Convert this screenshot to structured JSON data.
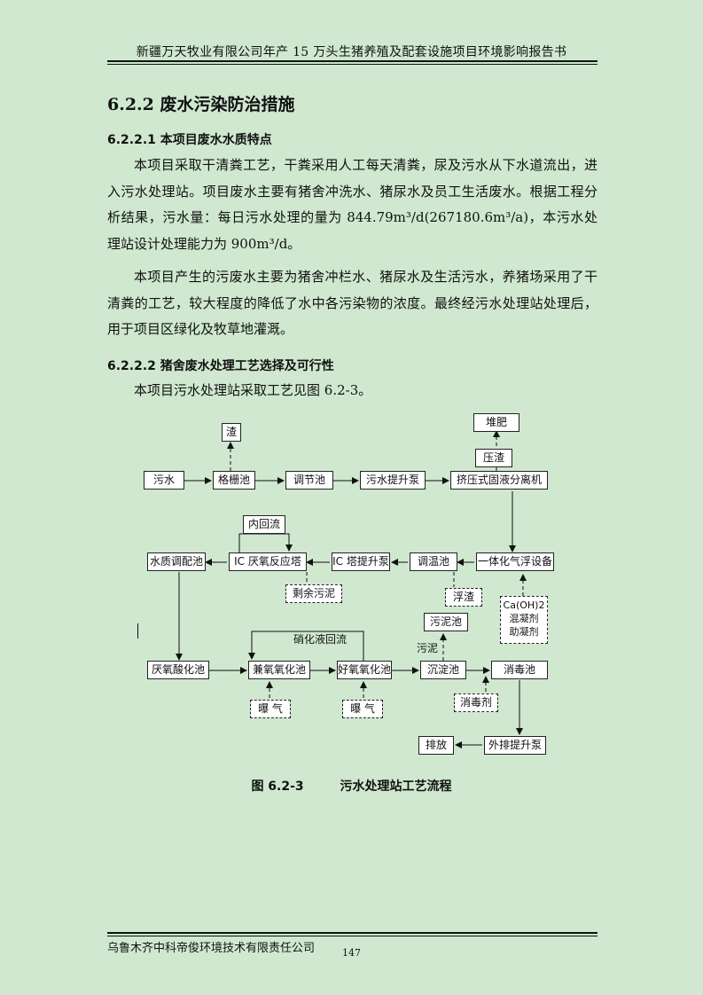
{
  "header": {
    "title": "新疆万天牧业有限公司年产 15 万头生猪养殖及配套设施项目环境影响报告书"
  },
  "section": {
    "heading": "6.2.2 废水污染防治措施",
    "sub1": "6.2.2.1 本项目废水水质特点",
    "p1": "本项目采取干清粪工艺，干粪采用人工每天清粪，尿及污水从下水道流出，进入污水处理站。项目废水主要有猪舍冲洗水、猪尿水及员工生活废水。根据工程分析结果，污水量：每日污水处理的量为 844.79m³/d(267180.6m³/a)，本污水处理站设计处理能力为 900m³/d。",
    "p2": "本项目产生的污废水主要为猪舍冲栏水、猪尿水及生活污水，养猪场采用了干清粪的工艺，较大程度的降低了水中各污染物的浓度。最终经污水处理站处理后，用于项目区绿化及牧草地灌溉。",
    "sub2": "6.2.2.2 猪舍废水处理工艺选择及可行性",
    "p3": "本项目污水处理站采取工艺见图 6.2-3。"
  },
  "flow": {
    "zha": "渣",
    "duifei": "堆肥",
    "yazha": "压渣",
    "wushui": "污水",
    "geshanchi": "格栅池",
    "tiaojiechi": "调节池",
    "tishengbeng": "污水提升泵",
    "fenliji": "挤压式固液分离机",
    "neihuiliu": "内回流",
    "shuizhi": "水质调配池",
    "icta": "IC 厌氧反应塔",
    "icbeng": "IC 塔提升泵",
    "tiaowen": "调温池",
    "qifu": "一体化气浮设备",
    "shengyu": "剩余污泥",
    "fuzha": "浮渣",
    "wunichi": "污泥池",
    "chem1": "Ca(OH)2",
    "chem2": "混凝剂",
    "chem3": "助凝剂",
    "xiaohua": "硝化液回流",
    "wuni": "污泥",
    "yanyang": "厌氧酸化池",
    "jianyang": "兼氧氧化池",
    "haoyang": "好氧氧化池",
    "chendian": "沉淀池",
    "xiaodu": "消毒池",
    "puqi1": "曝 气",
    "puqi2": "曝 气",
    "xiaoduji": "消毒剂",
    "paifang": "排放",
    "waipai": "外排提升泵"
  },
  "caption": {
    "number": "图 6.2-3",
    "text": "污水处理站工艺流程"
  },
  "footer": {
    "org": "乌鲁木齐中科帝俊环境技术有限责任公司",
    "page": "147"
  }
}
